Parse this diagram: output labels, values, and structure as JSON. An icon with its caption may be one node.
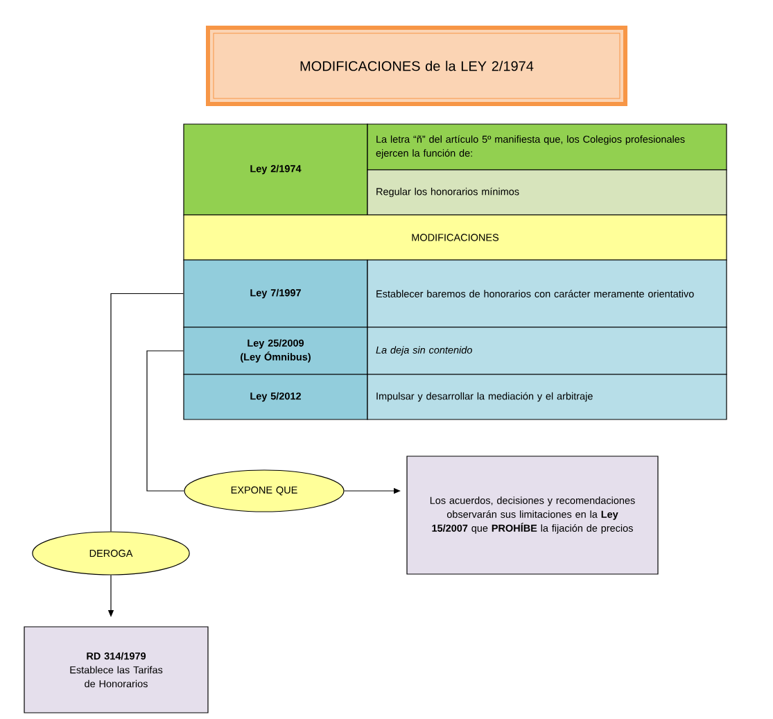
{
  "diagram": {
    "nodes": [
      {
        "text": [
          "MODIFICACIONES de la LEY 2/1974"
        ]
      },
      {
        "text": [
          "Ley 2/1974"
        ]
      },
      {
        "text": [
          "La letra “ñ” del artículo 5º manifiesta que, los Colegios profesionales ejercen la función de:"
        ]
      },
      {
        "text": [
          "Regular los honorarios mínimos"
        ]
      },
      {
        "text": [
          "MODIFICACIONES"
        ]
      },
      {
        "text": [
          "Ley 7/1997"
        ]
      },
      {
        "text": [
          "Establecer baremos de honorarios con carácter meramente orientativo"
        ]
      },
      {
        "text": [
          "Ley 25/2009 (Ley Ómnibus)"
        ]
      },
      {
        "text": [
          "La deja sin contenido"
        ]
      },
      {
        "text": [
          "Ley 5/2012"
        ]
      },
      {
        "text": [
          "Impulsar y desarrollar la mediación y el arbitraje"
        ]
      },
      {
        "text": [
          "DEROGA"
        ]
      },
      {
        "text": [
          "EXPONE QUE"
        ]
      },
      {
        "text": [
          "Los acuerdos, decisiones y recomendaciones observarán sus limitaciones en la **Ley 15/2007** que **PROHÍBE** la fijación de precios"
        ]
      },
      {
        "text": [
          "RD 314/1979",
          "Establece las Tarifas de Honorarios"
        ]
      }
    ],
    "edges": [
      {
        "from": 5,
        "to": 11,
        "arrow": "none"
      },
      {
        "from": 11,
        "to": 14,
        "arrow": "to"
      },
      {
        "from": 7,
        "to": 12,
        "arrow": "none"
      },
      {
        "from": 12,
        "to": 13,
        "arrow": "to"
      }
    ]
  }
}
